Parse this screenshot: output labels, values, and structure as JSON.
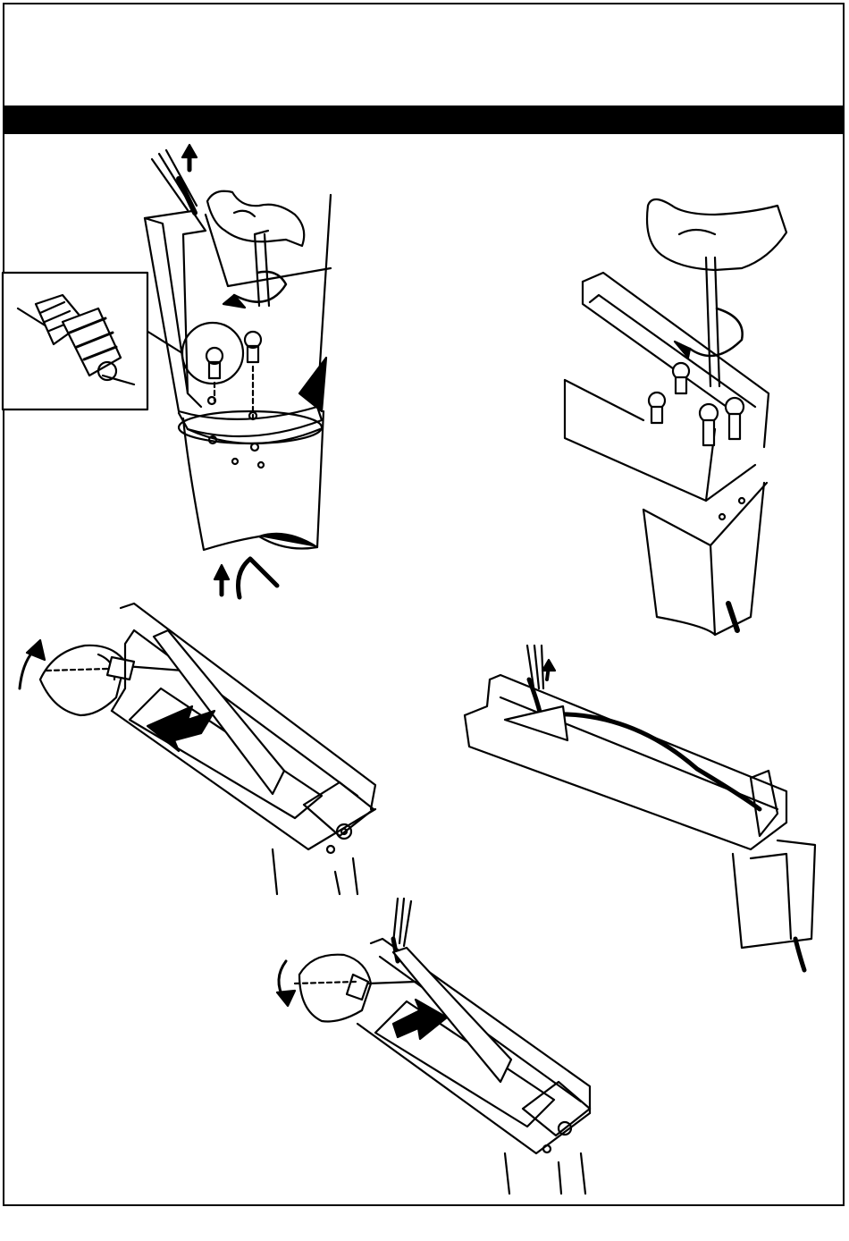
{
  "page": {
    "header_text": "",
    "illustrations": [
      "pole-assembly-with-bolts",
      "corner-bracket-bolting",
      "cover-slide-removal",
      "cable-routing-in-channel",
      "cover-slide-refit"
    ]
  },
  "colors": {
    "ink": "#000000",
    "paper": "#ffffff",
    "shade": "#d0d0d0"
  }
}
